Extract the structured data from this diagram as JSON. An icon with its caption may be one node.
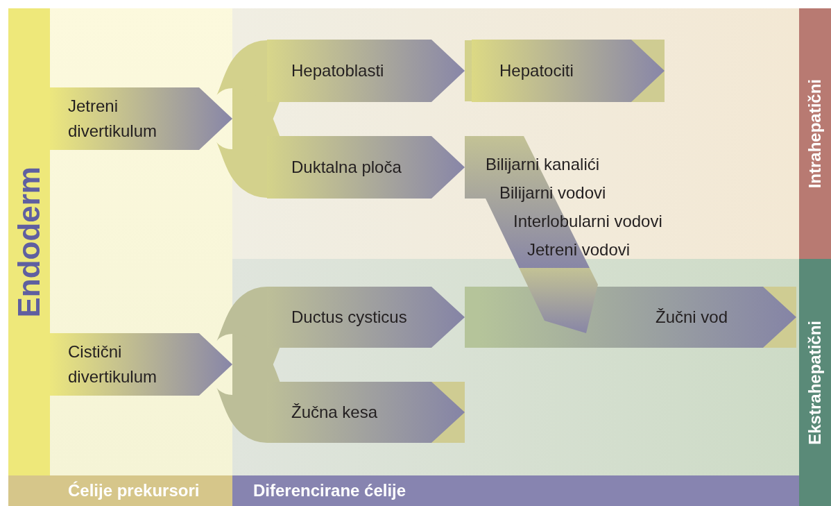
{
  "diagram": {
    "nodes": [
      {
        "text": [
          "Endoderm"
        ]
      },
      {
        "text": [
          "Jetreni divertikulum"
        ]
      },
      {
        "text": [
          "Hepatoblasti"
        ]
      },
      {
        "text": [
          "Hepatociti"
        ]
      },
      {
        "text": [
          "Intrahepatični"
        ]
      },
      {
        "text": [
          "Duktalna ploča"
        ]
      },
      {
        "text": [
          "Bilijarni kanalići",
          "Bilijarni vodovi",
          "Interlobularni vodovi",
          "Jetreni vodovi"
        ]
      },
      {
        "text": [
          "Ductus cysticus"
        ]
      },
      {
        "text": [
          "Žučni vod"
        ]
      },
      {
        "text": [
          "Ekstrahepatični"
        ]
      },
      {
        "text": [
          "Cistični divertikulum"
        ]
      },
      {
        "text": [
          "Žučna kesa"
        ]
      },
      {
        "text": [
          "Ćelije prekursori"
        ]
      },
      {
        "text": [
          "Diferencirane ćelije"
        ]
      }
    ],
    "edges": [
      {
        "from": 1,
        "to": 2,
        "arrow": "none"
      },
      {
        "from": 1,
        "to": 5,
        "arrow": "none"
      },
      {
        "from": 2,
        "to": 3,
        "arrow": "none"
      },
      {
        "from": 5,
        "to": 6,
        "arrow": "none"
      },
      {
        "from": 6,
        "to": 8,
        "arrow": "to"
      },
      {
        "from": 10,
        "to": 7,
        "arrow": "none"
      },
      {
        "from": 10,
        "to": 11,
        "arrow": "none"
      },
      {
        "from": 7,
        "to": 8,
        "arrow": "none",
        "color": "#b5c49a"
      }
    ]
  }
}
